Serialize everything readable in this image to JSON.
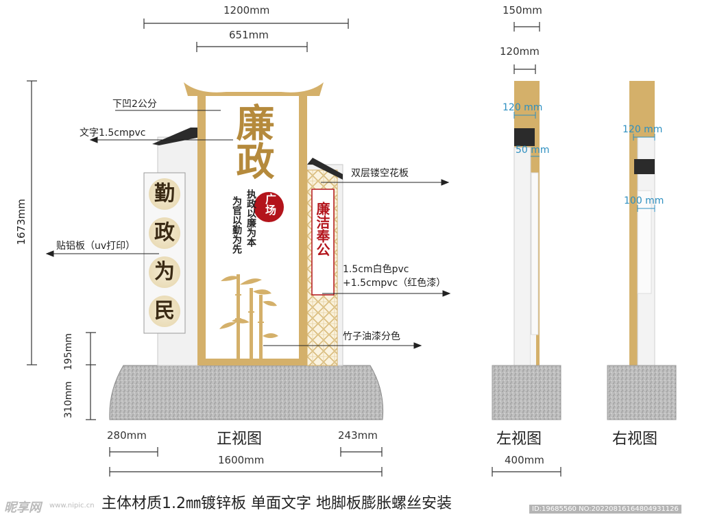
{
  "dimensions": {
    "width_1200": "1200mm",
    "width_651": "651mm",
    "height_1673": "1673mm",
    "height_310": "310mm",
    "height_195": "195mm",
    "base_280": "280mm",
    "base_243": "243mm",
    "base_1600": "1600mm",
    "side_150": "150mm",
    "side_120": "120mm",
    "side_400": "400mm",
    "left_inner_120": "120 mm",
    "left_inner_50": "50 mm",
    "right_inner_120": "120 mm",
    "right_inner_100": "100 mm"
  },
  "annotations": {
    "recess": "下凹2公分",
    "text_material": "文字1.5cmpvc",
    "double_layer": "双层镂空花板",
    "aluminum": "贴铝板（uv打印）",
    "pvc_white": "1.5cm白色pvc",
    "pvc_red": "+1.5cmpvc（红色漆）",
    "bamboo": "竹子油漆分色"
  },
  "sign": {
    "main_title": "廉政",
    "badge": "广场",
    "slogan_1": "执政以廉为本",
    "slogan_2": "为官以勤为先",
    "left_chars": [
      "勤",
      "政",
      "为",
      "民"
    ],
    "right_panel": "廉洁奉公"
  },
  "views": {
    "front": "正视图",
    "left": "左视图",
    "right": "右视图"
  },
  "footer": {
    "caption": "主体材质1.2㎜镀锌板 单面文字 地脚板膨胀螺丝安装",
    "logo": "昵享网",
    "site": "www.nipic.cn",
    "watermark": "ID:19685560 NO:20220816164804931126"
  },
  "colors": {
    "gold": "#d4b06a",
    "dark_roof": "#2b2b2b",
    "red": "#b3141b",
    "stone": "#b5b5b5"
  }
}
